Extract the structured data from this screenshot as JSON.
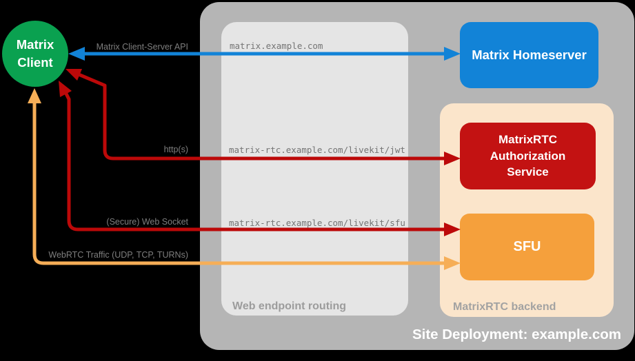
{
  "canvas": {
    "background": "#000000"
  },
  "deployment": {
    "title": "Site Deployment: example.com",
    "container_color": "#b5b5b5"
  },
  "groups": {
    "routing": {
      "label": "Web endpoint routing",
      "color": "#e5e5e5"
    },
    "backend": {
      "label": "MatrixRTC backend",
      "color": "#fbe5cb"
    }
  },
  "nodes": {
    "client": {
      "label": "Matrix Client",
      "color": "#0aa150"
    },
    "homeserver": {
      "label": "Matrix Homeserver",
      "color": "#1283d7"
    },
    "auth_service": {
      "label": "MatrixRTC Authorization Service",
      "color": "#c31212"
    },
    "sfu": {
      "label": "SFU",
      "color": "#f5a03c"
    }
  },
  "arrows": [
    {
      "name": "matrix-client-server-api",
      "label": "Matrix Client-Server API",
      "route": "matrix.example.com",
      "color": "#1283d7",
      "bidirectional": true
    },
    {
      "name": "https",
      "label": "http(s)",
      "route": "matrix-rtc.example.com/livekit/jwt",
      "color": "#bc0909",
      "bidirectional": true
    },
    {
      "name": "secure-web-socket",
      "label": "(Secure) Web Socket",
      "route": "matrix-rtc.example.com/livekit/sfu",
      "color": "#bc0909",
      "bidirectional": true
    },
    {
      "name": "webrtc-traffic",
      "label": "WebRTC Traffic (UDP, TCP, TURNs)",
      "color": "#f6ae57",
      "bidirectional": true
    }
  ]
}
